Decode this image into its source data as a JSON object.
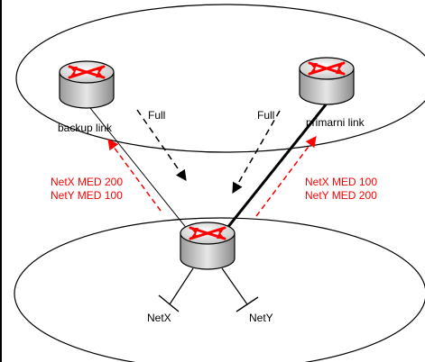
{
  "routers": {
    "left_label": "backup link",
    "right_label": "primarni link"
  },
  "sessions": {
    "left_full": "Full",
    "right_full": "Full"
  },
  "med_left": {
    "line1": "NetX MED 200",
    "line2": "NetY MED 100"
  },
  "med_right": {
    "line1": "NetX MED 100",
    "line2": "NetY MED 200"
  },
  "networks": {
    "net_x": "NetX",
    "net_y": "NetY"
  },
  "colors": {
    "med_text": "#ff0000",
    "med_arrow": "#ff0000",
    "router_arrow": "#ff0000",
    "router_body": "#c8c8c8"
  },
  "icons": {
    "router": "router-icon"
  }
}
